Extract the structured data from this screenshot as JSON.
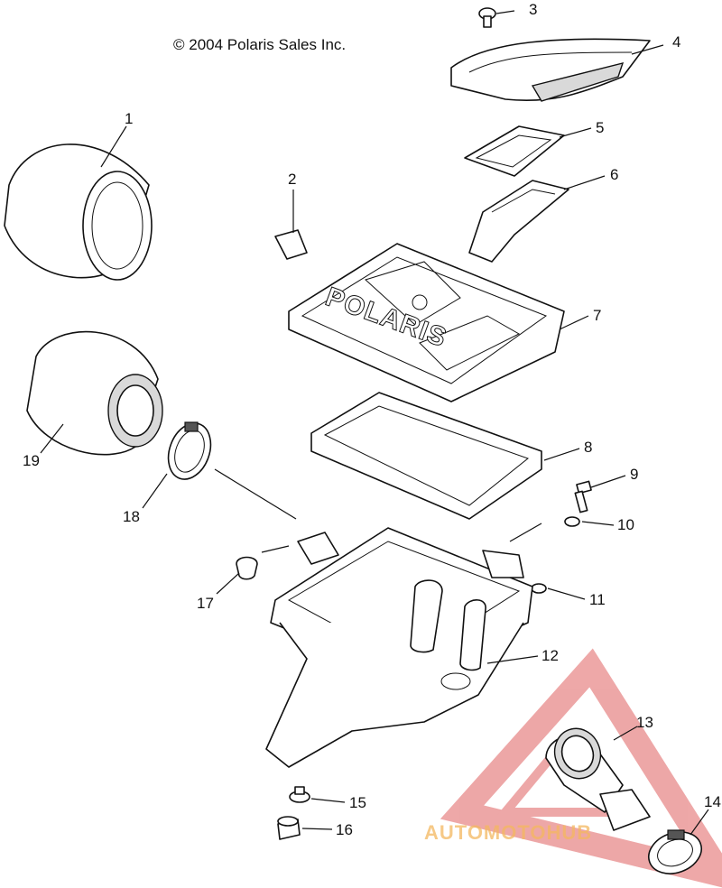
{
  "copyright": "© 2004 Polaris Sales Inc.",
  "callouts": [
    "1",
    "2",
    "3",
    "4",
    "5",
    "6",
    "7",
    "8",
    "9",
    "10",
    "11",
    "12",
    "13",
    "14",
    "15",
    "16",
    "17",
    "18",
    "19"
  ],
  "embossed_text": "POLARIS",
  "watermark": {
    "text": "AUTOMOTOHUB",
    "color_red": "#e8a0a0",
    "color_orange": "#f4c27a"
  }
}
